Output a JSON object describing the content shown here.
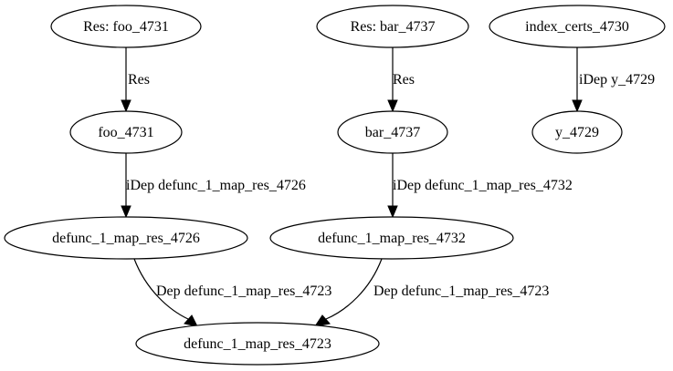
{
  "graph": {
    "nodes": {
      "res_foo": "Res: foo_4731",
      "res_bar": "Res: bar_4737",
      "index_certs": "index_certs_4730",
      "foo": "foo_4731",
      "bar": "bar_4737",
      "y": "y_4729",
      "map_4726": "defunc_1_map_res_4726",
      "map_4732": "defunc_1_map_res_4732",
      "map_4723": "defunc_1_map_res_4723"
    },
    "edges": {
      "res_foo_to_foo": "Res",
      "res_bar_to_bar": "Res",
      "index_certs_to_y": "iDep y_4729",
      "foo_to_map_4726": "iDep defunc_1_map_res_4726",
      "bar_to_map_4732": "iDep defunc_1_map_res_4732",
      "map_4726_to_map_4723": "Dep defunc_1_map_res_4723",
      "map_4732_to_map_4723": "Dep defunc_1_map_res_4723"
    }
  }
}
